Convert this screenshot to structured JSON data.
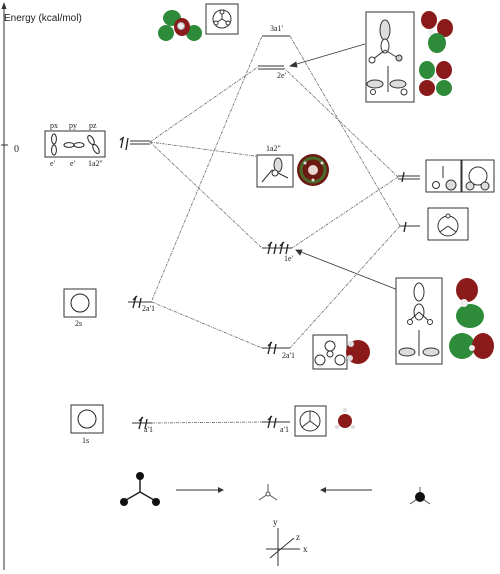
{
  "axis": {
    "title": "Energy (kcal/mol)",
    "zero_label": "0"
  },
  "p_orbitals": {
    "labels": [
      "px",
      "py",
      "pz"
    ],
    "symmetry": [
      "e'",
      "e'",
      "1a2\""
    ]
  },
  "s2": {
    "label": "2s"
  },
  "s1": {
    "label": "1s"
  },
  "levels": {
    "a3": "3a1'",
    "e2": "2e'",
    "a2pp": "1a2\"",
    "e1": "1e'",
    "a2s": "2a'1",
    "a1s": "2a'1",
    "core_left": "a'1",
    "core_mid": "a'1"
  },
  "axes_symbols": {
    "y": "y",
    "z": "z",
    "x": "x"
  },
  "colors": {
    "lobe_green": "#2e8b3a",
    "lobe_red": "#8b1a1a",
    "line": "#444444",
    "dash": "#666666"
  }
}
